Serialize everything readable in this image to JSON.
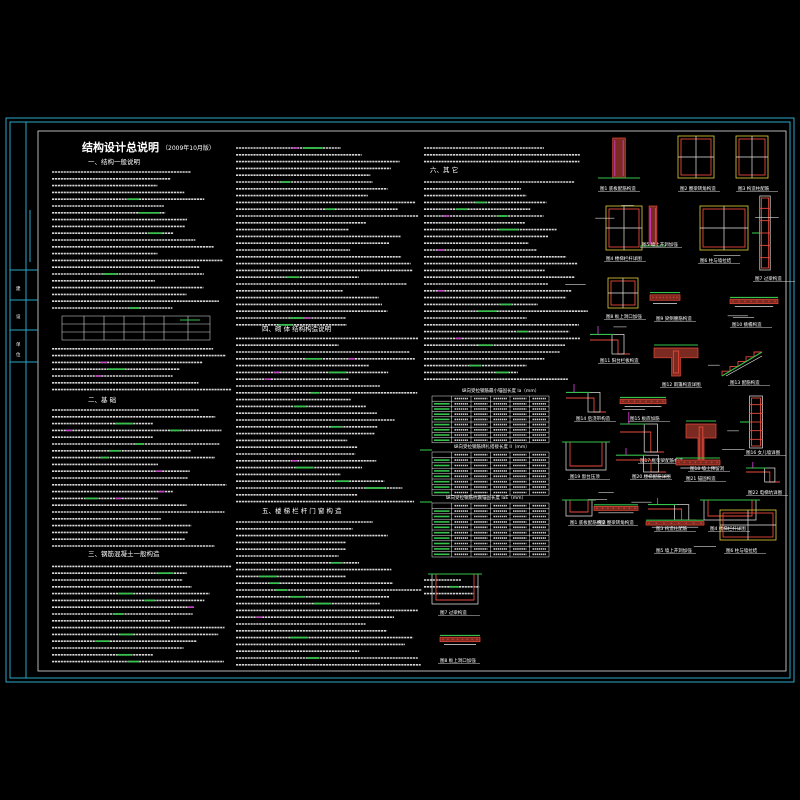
{
  "drawing": {
    "title": "结构设计总说明",
    "subtitle": "（2009年10月版）",
    "sections": {
      "s1": "一、结构一般说明",
      "s2": "二、基 础",
      "s3": "三、钢筋混凝土一般构造",
      "s4": "四、砌 体 结构构造说明",
      "s5": "五、楼 梯 栏 杆 门 窗 构 造",
      "s6": "六、其 它"
    },
    "sidebar": [
      "建",
      "设",
      "单",
      "位"
    ],
    "details": [
      "图1 底板配筋构造",
      "图2 圈梁转角构造",
      "图3 构造柱配筋",
      "图4 楼梯栏杆详图",
      "图5 墙上开洞加强",
      "图6 柱与墙拉结",
      "图7 过梁构造",
      "图8 板上洞口加强",
      "图9 梁侧腰筋构造",
      "图10 挑檐构造",
      "图11 阳台栏板构造",
      "图12 雨篷构造详图",
      "图13 配筋构造",
      "图14 后浇带构造",
      "图15 板底加筋",
      "图16 女儿墙详图",
      "图17 框架梁配筋构造",
      "图18 墙上预留洞",
      "图19 窗台压顶",
      "图20 楼梯配筋详图",
      "图21 锚固构造",
      "图22 电梯坑详图"
    ],
    "tables": {
      "anchor_title": "纵向受拉钢筋最小锚固长度 la（mm）",
      "lap_title": "纵向受拉钢筋绑扎搭接长度 ll（mm）",
      "aE_title": "纵向受拉钢筋抗震锚固长度 laE（mm）",
      "grades": [
        "C20",
        "C25",
        "C30",
        "C35",
        "≥C40"
      ]
    }
  }
}
